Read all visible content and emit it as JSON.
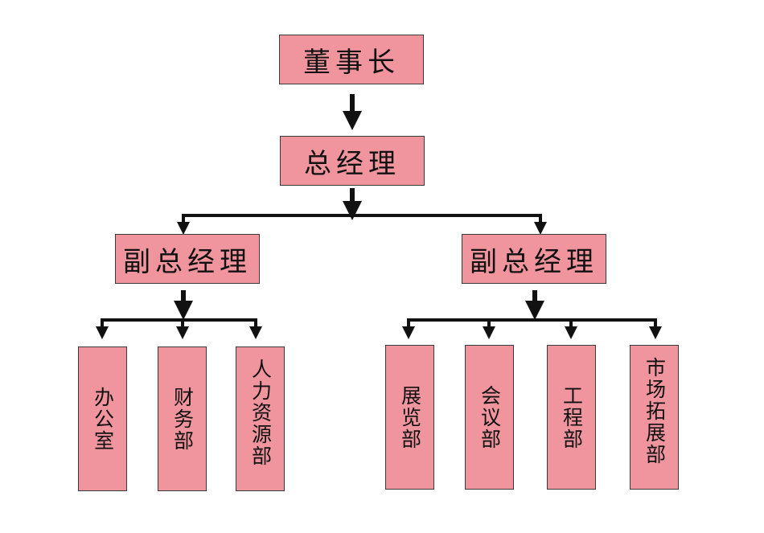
{
  "colors": {
    "box_fill": "#f0959e",
    "line": "#111111"
  },
  "chairman": {
    "label": "董事长"
  },
  "general_manager": {
    "label": "总经理"
  },
  "deputy_left": {
    "label": "副总经理",
    "departments": [
      "办公室",
      "财务部",
      "人力资源部"
    ]
  },
  "deputy_right": {
    "label": "副总经理",
    "departments": [
      "展览部",
      "会议部",
      "工程部",
      "市场拓展部"
    ]
  }
}
